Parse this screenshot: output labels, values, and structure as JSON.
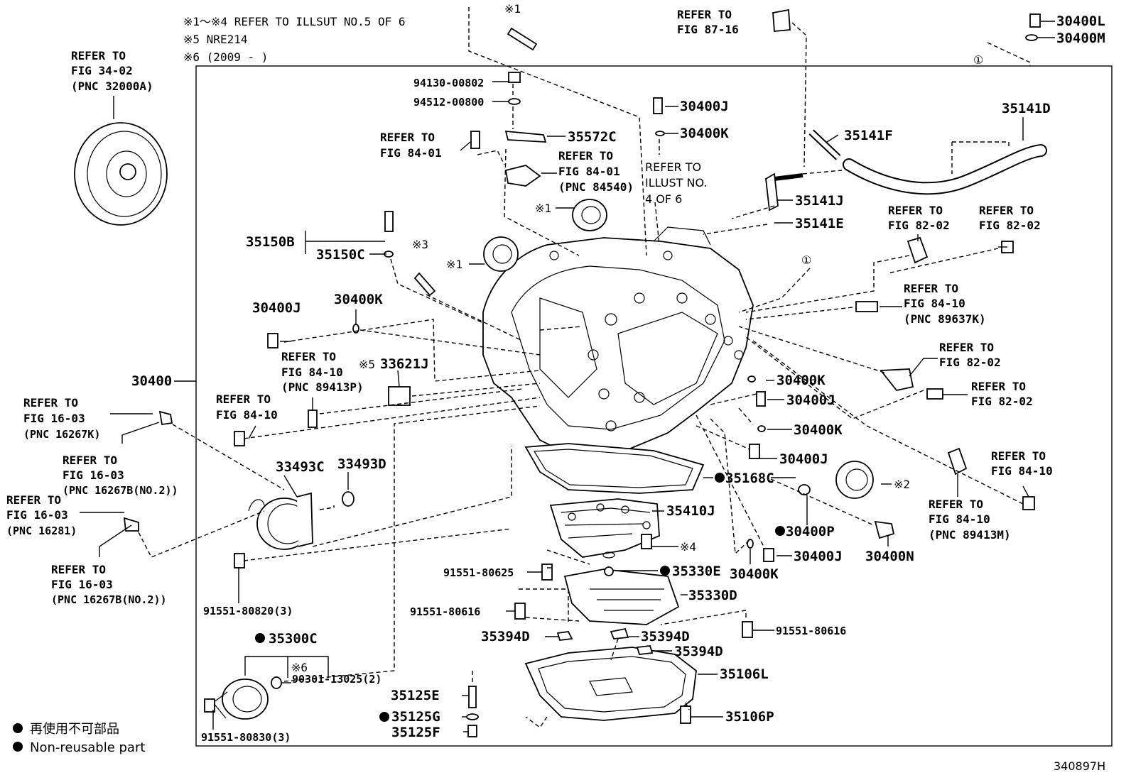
{
  "notes": {
    "n1": "※1～※4 REFER TO ILLSUT NO.5 OF 6",
    "n2": "※5 NRE214",
    "n3": "※6 (2009 -      )"
  },
  "refs": {
    "r1": [
      "REFER TO",
      "FIG 34-02",
      "(PNC 32000A)"
    ],
    "r2": [
      "REFER TO",
      "FIG 87-16"
    ],
    "r3": [
      "REFER TO",
      "FIG 84-01"
    ],
    "r4": [
      "REFER TO",
      "FIG 84-01",
      "(PNC 84540)"
    ],
    "r5": [
      "REFER TO",
      "ILLUST NO.",
      "4 OF 6"
    ],
    "r6": [
      "REFER TO",
      "FIG 82-02"
    ],
    "r7": [
      "REFER TO",
      "FIG 82-02"
    ],
    "r8": [
      "REFER TO",
      "FIG 84-10",
      "(PNC 89637K)"
    ],
    "r9": [
      "REFER TO",
      "FIG 84-10",
      "(PNC 89413P)"
    ],
    "r10": [
      "REFER TO",
      "FIG 82-02"
    ],
    "r11": [
      "REFER TO",
      "FIG 82-02"
    ],
    "r12": [
      "REFER TO",
      "FIG 84-10"
    ],
    "r13": [
      "REFER TO",
      "FIG 16-03",
      "(PNC 16267K)"
    ],
    "r14": [
      "REFER TO",
      "FIG 16-03",
      "(PNC 16267B(NO.2))"
    ],
    "r15": [
      "REFER TO",
      "FIG 16-03",
      "(PNC 16281)"
    ],
    "r16": [
      "REFER TO",
      "FIG 16-03",
      "(PNC 16267B(NO.2))"
    ],
    "r17": [
      "REFER TO",
      "FIG 84-10"
    ],
    "r18": [
      "REFER TO",
      "FIG 84-10",
      "(PNC 89413M)"
    ]
  },
  "parts": {
    "p30400L": "30400L",
    "p30400M": "30400M",
    "p35141D": "35141D",
    "p35141F": "35141F",
    "p35141J": "35141J",
    "p35141E": "35141E",
    "p941308": "94130-00802",
    "p945128": "94512-00800",
    "p35572C": "35572C",
    "p30400J_a": "30400J",
    "p30400K_a": "30400K",
    "p35150B": "35150B",
    "p35150C": "35150C",
    "p30400J_b": "30400J",
    "p30400K_b": "30400K",
    "p30400": "30400",
    "p33621J": "33621J",
    "p30400K_c": "30400K",
    "p30400J_c": "30400J",
    "p30400K_d": "30400K",
    "p30400J_d": "30400J",
    "p35168C": "35168C",
    "p33493C": "33493C",
    "p33493D": "33493D",
    "p35410J": "35410J",
    "p30400P": "30400P",
    "p30400J_e": "30400J",
    "p30400N": "30400N",
    "p30400K_e": "30400K",
    "p35330E": "35330E",
    "p915516625": "91551-80625",
    "p35330D": "35330D",
    "p915518616a": "91551-80616",
    "p915518820": "91551-80820(3)",
    "p35394D_a": "35394D",
    "p35394D_b": "35394D",
    "p35394D_c": "35394D",
    "p915518616b": "91551-80616",
    "p35300C": "35300C",
    "p903011302": "90301-13025(2)",
    "p35106L": "35106L",
    "p35125E": "35125E",
    "p35125G": "35125G",
    "p35106P": "35106P",
    "p35125F": "35125F",
    "p915518830": "91551-80830(3)"
  },
  "marks": {
    "m1a": "※1",
    "m1b": "※1",
    "m1c": "※1",
    "m2": "※2",
    "m3": "※3",
    "m4": "※4",
    "m5": "※5",
    "m6": "※6",
    "c1a": "①",
    "c1b": "①"
  },
  "legend": {
    "jp": "再使用不可部品",
    "en": "Non-reusable part"
  },
  "illustration_id": "340897H"
}
